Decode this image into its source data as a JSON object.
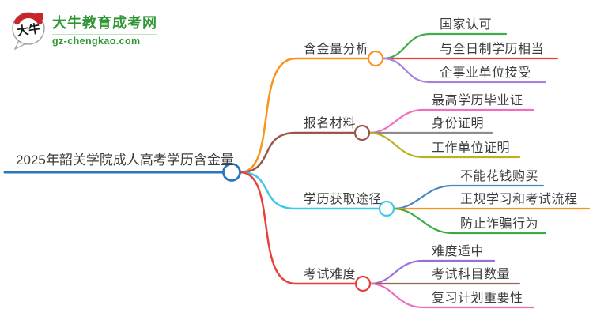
{
  "logo": {
    "icon_text": "大牛",
    "site_name": "大牛教育成考网",
    "site_url": "gz-chengkao.com",
    "brand_green": "#2e9632",
    "brand_red": "#c9252c"
  },
  "text_color": "#3d3d3d",
  "mindmap": {
    "root": {
      "label": "2025年韶关学院成人高考学历含金量",
      "color": "#2878bd"
    },
    "branches": [
      {
        "label": "含金量分析",
        "color": "#f7941e",
        "children": [
          {
            "label": "国家认可",
            "color": "#3fae4a"
          },
          {
            "label": "与全日制学历相当",
            "color": "#e8403a"
          },
          {
            "label": "企事业单位接受",
            "color": "#a583db"
          }
        ]
      },
      {
        "label": "报名材料",
        "color": "#9a564b",
        "children": [
          {
            "label": "最高学历毕业证",
            "color": "#f06ec0"
          },
          {
            "label": "身份证明",
            "color": "#8c8c8c"
          },
          {
            "label": "工作单位证明",
            "color": "#b7b51f"
          }
        ]
      },
      {
        "label": "学历获取途径",
        "color": "#3fc8e8",
        "children": [
          {
            "label": "不能花钱购买",
            "color": "#4d86c6"
          },
          {
            "label": "正规学习和考试流程",
            "color": "#f7941e"
          },
          {
            "label": "防止诈骗行为",
            "color": "#3cab46"
          }
        ]
      },
      {
        "label": "考试难度",
        "color": "#e8403a",
        "children": [
          {
            "label": "难度适中",
            "color": "#9a6ed6"
          },
          {
            "label": "考试科目数量",
            "color": "#96655a"
          },
          {
            "label": "复习计划重要性",
            "color": "#ef6cba"
          }
        ]
      }
    ]
  }
}
